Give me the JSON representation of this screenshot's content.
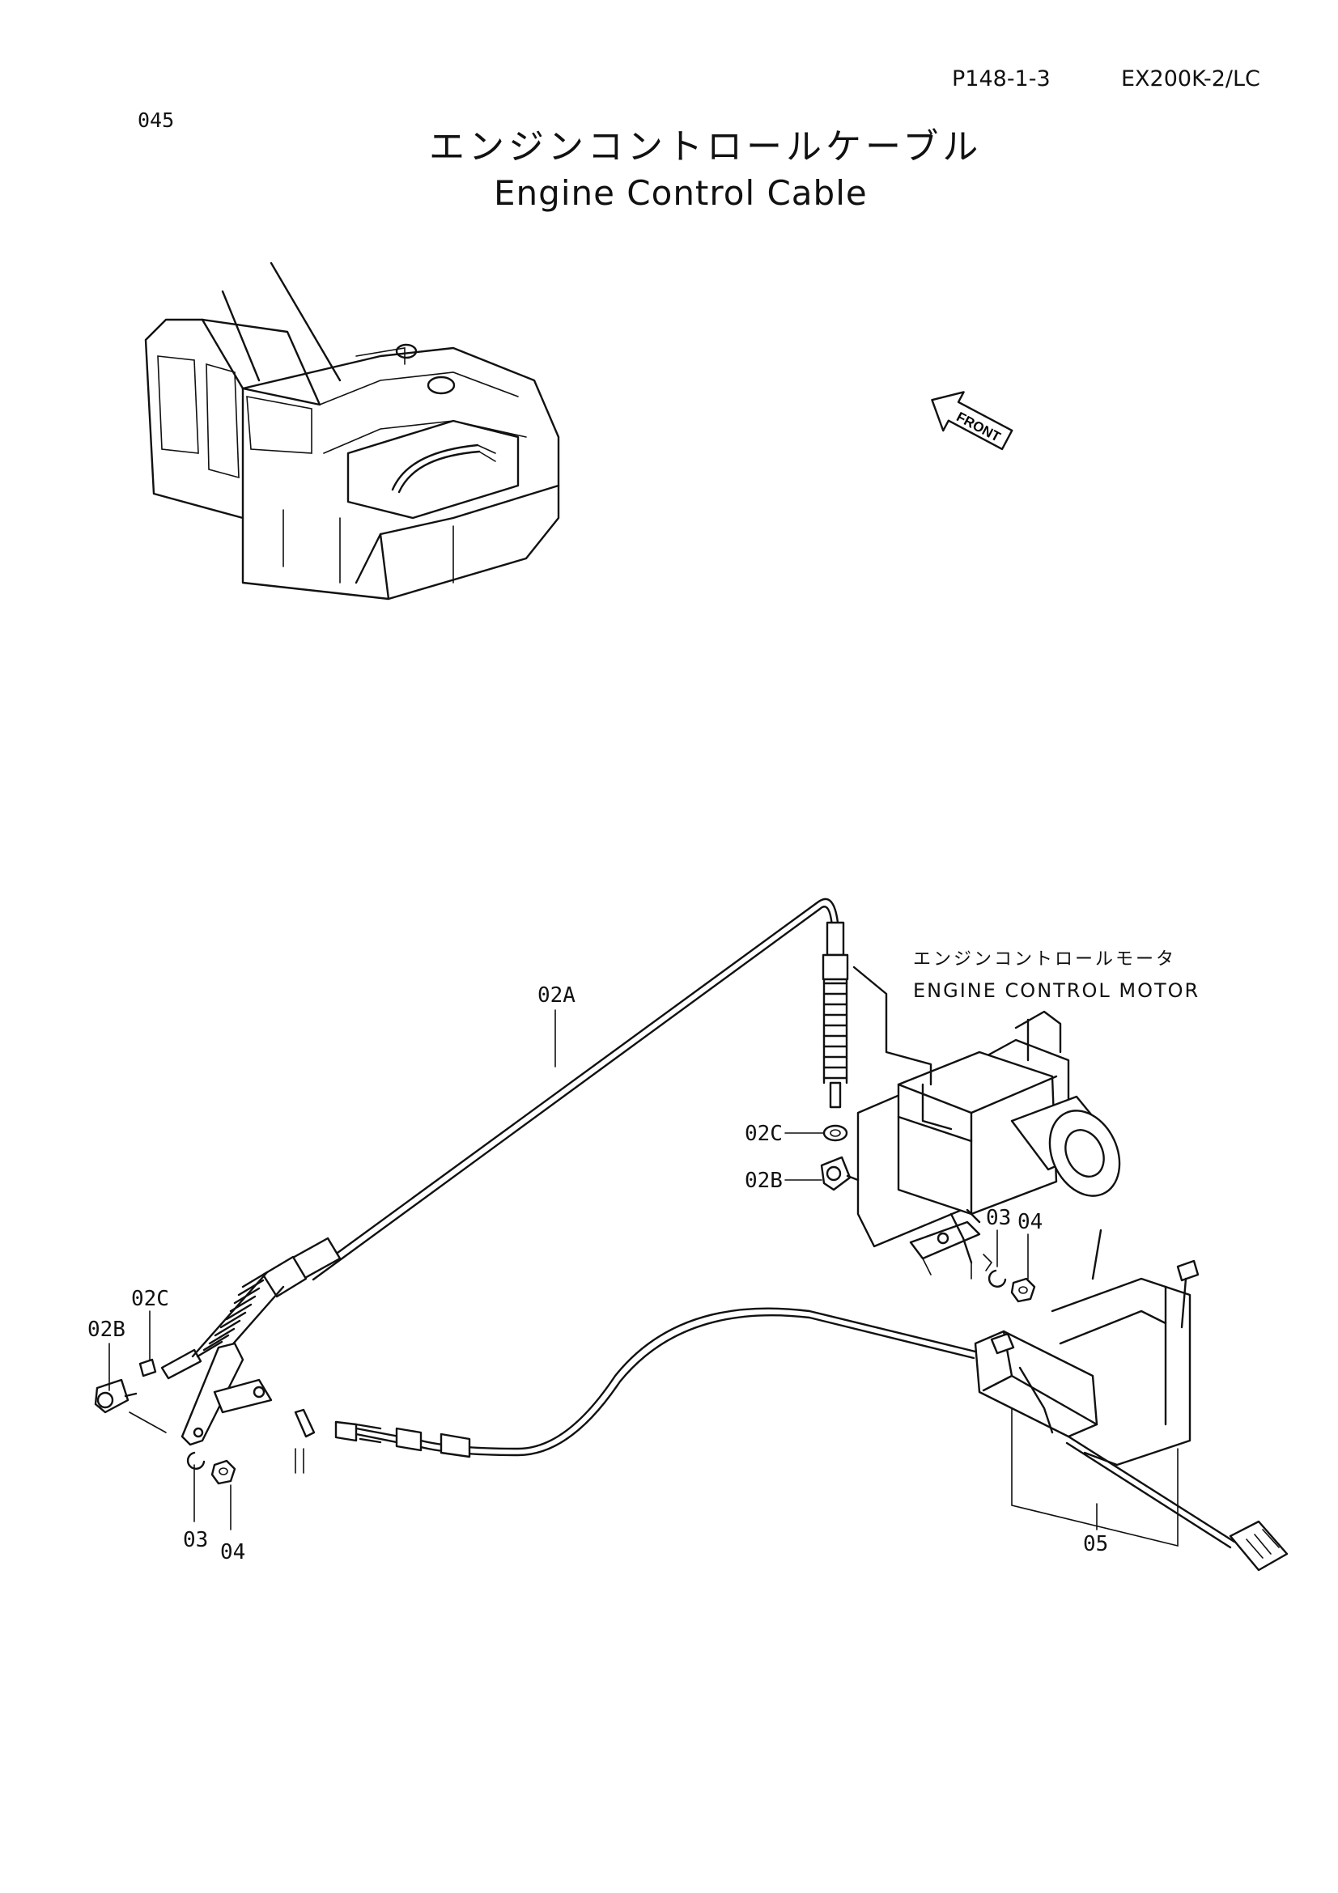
{
  "header": {
    "page_code": "P148-1-3",
    "model": "EX200K-2/LC",
    "figure_number": "045"
  },
  "title": {
    "japanese": "エンジンコントロールケーブル",
    "english": "Engine Control Cable"
  },
  "diagram": {
    "front_arrow_label": "FRONT",
    "motor_label_jp": "エンジンコントロールモータ",
    "motor_label_en": "ENGINE CONTROL MOTOR",
    "callouts": {
      "cable": "02A",
      "c_right": "02C",
      "b_right": "02B",
      "ring_right": "03",
      "nut_right": "04",
      "c_left": "02C",
      "b_left": "02B",
      "ring_left": "03",
      "nut_left": "04",
      "harness": "05"
    }
  }
}
